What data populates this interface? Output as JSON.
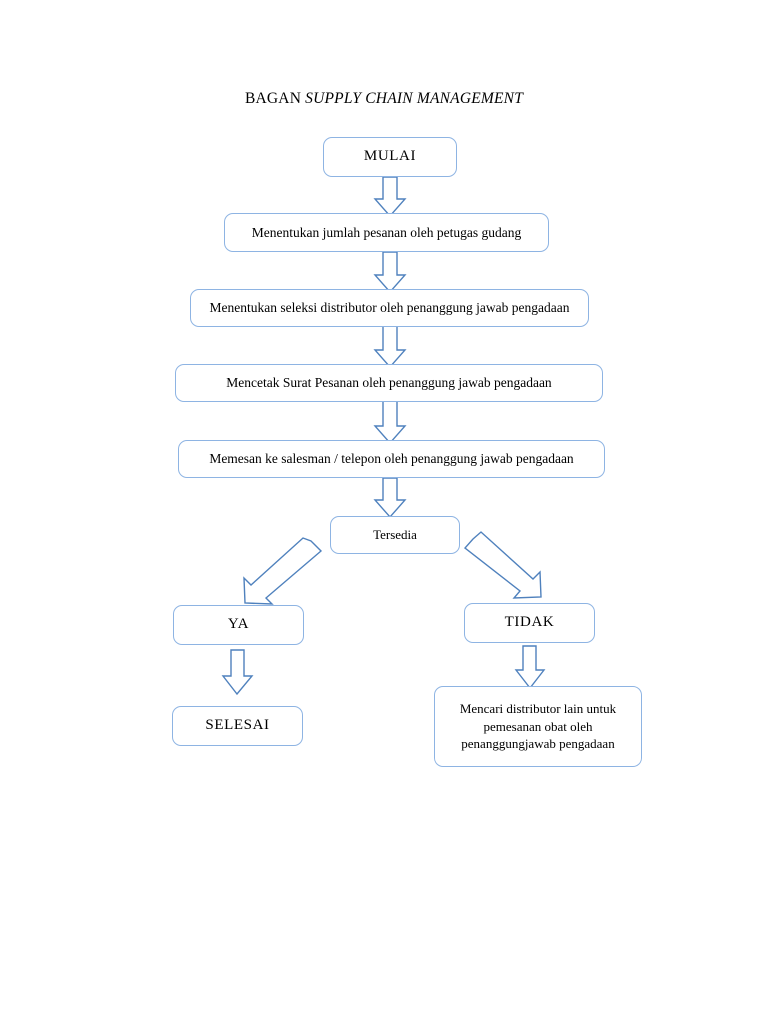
{
  "document": {
    "title_plain": "BAGAN ",
    "title_italic": "SUPPLY CHAIN MANAGEMENT"
  },
  "theme": {
    "box_border": "#8EB4E3",
    "arrow_stroke": "#4F81BD",
    "arrow_fill": "#FFFFFF",
    "page_background": "#FFFFFF",
    "text_color": "#000000"
  },
  "flowchart": {
    "type": "flowchart",
    "orientation": "top-to-bottom",
    "nodes": [
      {
        "id": "mulai",
        "label": "MULAI",
        "shape": "rounded-rectangle"
      },
      {
        "id": "jumlah",
        "label": "Menentukan jumlah pesanan oleh petugas gudang",
        "shape": "rounded-rectangle"
      },
      {
        "id": "seleksi",
        "label": "Menentukan seleksi distributor oleh penanggung jawab pengadaan",
        "shape": "rounded-rectangle"
      },
      {
        "id": "cetak",
        "label": "Mencetak Surat Pesanan oleh penanggung jawab pengadaan",
        "shape": "rounded-rectangle"
      },
      {
        "id": "memesan",
        "label": "Memesan ke salesman / telepon oleh penanggung jawab pengadaan",
        "shape": "rounded-rectangle"
      },
      {
        "id": "tersedia",
        "label": "Tersedia",
        "shape": "rounded-rectangle"
      },
      {
        "id": "ya",
        "label": "YA",
        "shape": "rounded-rectangle"
      },
      {
        "id": "tidak",
        "label": "TIDAK",
        "shape": "rounded-rectangle"
      },
      {
        "id": "selesai",
        "label": "SELESAI",
        "shape": "rounded-rectangle"
      },
      {
        "id": "mencari",
        "label": "Mencari distributor lain untuk pemesanan obat oleh penanggungjawab pengadaan",
        "shape": "rounded-rectangle",
        "lines": [
          "Mencari distributor lain untuk",
          "pemesanan obat oleh",
          "penanggungjawab pengadaan"
        ]
      }
    ],
    "edges": [
      {
        "from": "mulai",
        "to": "jumlah",
        "style": "block-arrow",
        "direction": "down"
      },
      {
        "from": "jumlah",
        "to": "seleksi",
        "style": "block-arrow",
        "direction": "down"
      },
      {
        "from": "seleksi",
        "to": "cetak",
        "style": "block-arrow",
        "direction": "down"
      },
      {
        "from": "cetak",
        "to": "memesan",
        "style": "block-arrow",
        "direction": "down"
      },
      {
        "from": "memesan",
        "to": "tersedia",
        "style": "block-arrow",
        "direction": "down"
      },
      {
        "from": "tersedia",
        "to": "ya",
        "style": "block-arrow",
        "direction": "down-left"
      },
      {
        "from": "tersedia",
        "to": "tidak",
        "style": "block-arrow",
        "direction": "down-right"
      },
      {
        "from": "ya",
        "to": "selesai",
        "style": "block-arrow",
        "direction": "down"
      },
      {
        "from": "tidak",
        "to": "mencari",
        "style": "block-arrow",
        "direction": "down"
      }
    ]
  }
}
